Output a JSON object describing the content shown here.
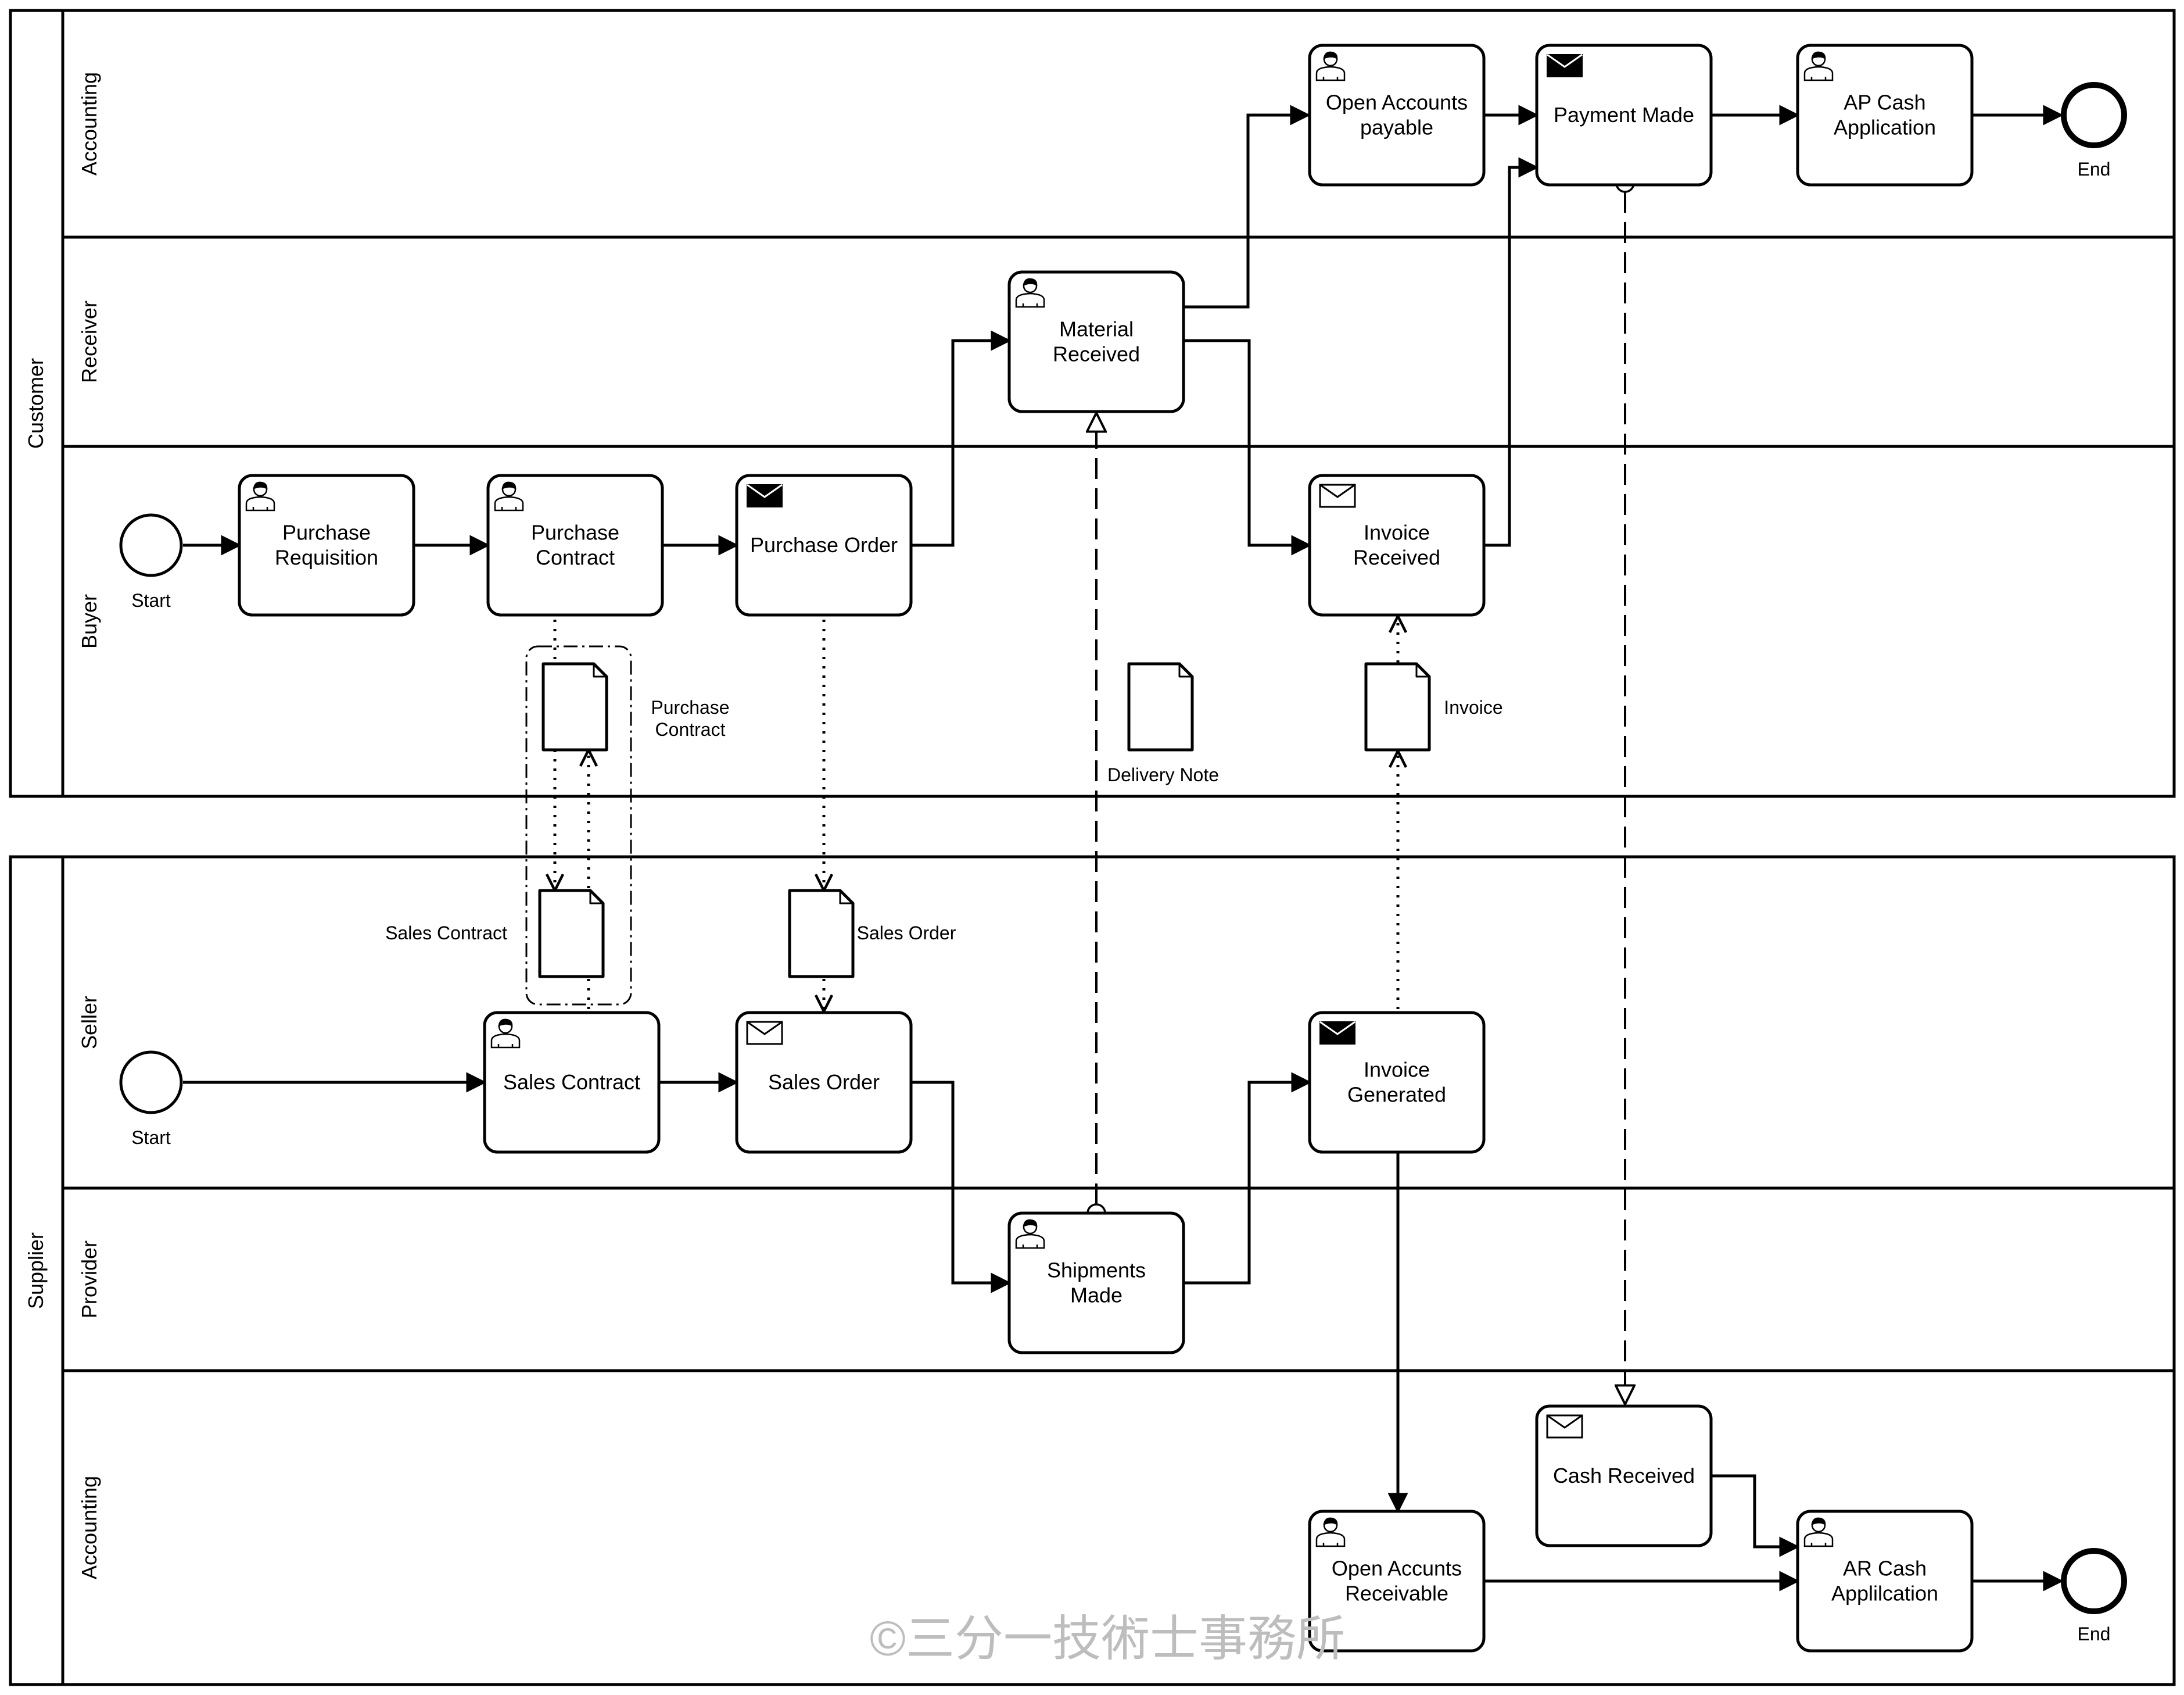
{
  "pools": {
    "customer": {
      "label": "Customer",
      "lanes": {
        "accounting": "Accounting",
        "receiver": "Receiver",
        "buyer": "Buyer"
      }
    },
    "supplier": {
      "label": "Supplier",
      "lanes": {
        "seller": "Seller",
        "provider": "Provider",
        "accounting": "Accounting"
      }
    }
  },
  "tasks": {
    "purchase_requisition": {
      "lines": [
        "Purchase",
        "Requisition"
      ],
      "marker": "user"
    },
    "purchase_contract": {
      "lines": [
        "Purchase",
        "Contract"
      ],
      "marker": "user"
    },
    "purchase_order": {
      "lines": [
        "Purchase Order"
      ],
      "marker": "send"
    },
    "material_received": {
      "lines": [
        "Material",
        "Received"
      ],
      "marker": "user"
    },
    "invoice_received": {
      "lines": [
        "Invoice",
        "Received"
      ],
      "marker": "receive"
    },
    "open_accounts_payable": {
      "lines": [
        "Open Accounts",
        "payable"
      ],
      "marker": "user"
    },
    "payment_made": {
      "lines": [
        "Payment Made"
      ],
      "marker": "send"
    },
    "ap_cash_application": {
      "lines": [
        "AP Cash",
        "Application"
      ],
      "marker": "user"
    },
    "sales_contract": {
      "lines": [
        "Sales Contract"
      ],
      "marker": "user"
    },
    "sales_order": {
      "lines": [
        "Sales Order"
      ],
      "marker": "receive"
    },
    "invoice_generated": {
      "lines": [
        "Invoice",
        "Generated"
      ],
      "marker": "send"
    },
    "shipments_made": {
      "lines": [
        "Shipments",
        "Made"
      ],
      "marker": "user"
    },
    "cash_received": {
      "lines": [
        "Cash Received"
      ],
      "marker": "receive"
    },
    "open_accounts_receivable": {
      "lines": [
        "Open Accunts",
        "Receivable"
      ],
      "marker": "user"
    },
    "ar_cash_application": {
      "lines": [
        "AR Cash",
        "Applilcation"
      ],
      "marker": "user"
    }
  },
  "events": {
    "customer_start": "Start",
    "customer_end": "End",
    "supplier_start": "Start",
    "supplier_end": "End"
  },
  "documents": {
    "purchase_contract": [
      "Purchase",
      "Contract"
    ],
    "delivery_note": [
      "Delivery Note"
    ],
    "invoice": [
      "Invoice"
    ],
    "sales_contract": [
      "Sales Contract"
    ],
    "sales_order": [
      "Sales Order"
    ]
  },
  "watermark": "©三分一技術士事務所",
  "icons": {
    "user_task": "user-icon",
    "send_task": "envelope-filled-icon",
    "receive_task": "envelope-outline-icon",
    "data_object": "document-icon"
  }
}
